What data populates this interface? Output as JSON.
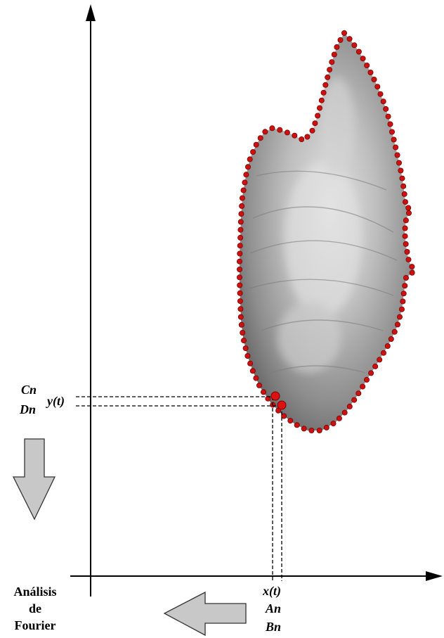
{
  "labels": {
    "cn": "Cn",
    "dn": "Dn",
    "yt": "y(t)",
    "xt": "x(t)",
    "an": "An",
    "bn": "Bn",
    "analysis_line1": "Análisis",
    "analysis_line2": "de",
    "analysis_line3": "Fourier"
  },
  "colors": {
    "axis": "#000000",
    "point": "#cc1111",
    "point_stroke": "#7a0000",
    "arrow_fill": "#c8c8c8",
    "arrow_stroke": "#333333"
  }
}
